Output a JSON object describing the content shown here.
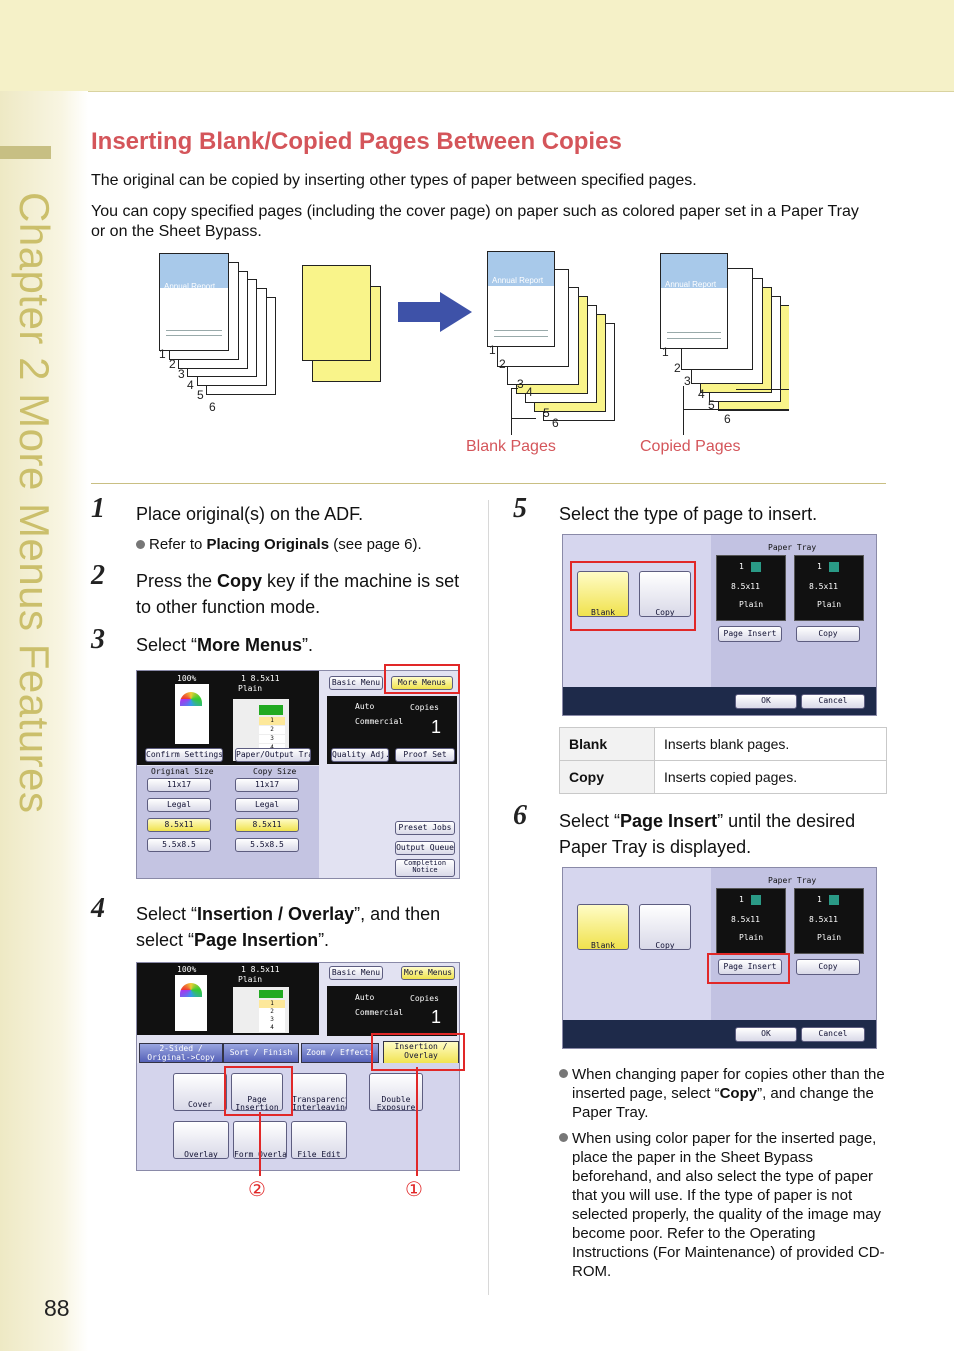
{
  "sidebar": {
    "chapter_title": "Chapter 2   More Menus Features",
    "page_number": "88"
  },
  "section": {
    "title": "Inserting Blank/Copied Pages Between Copies",
    "para1": "The original can be copied by inserting other types of paper between specified pages.",
    "para2": "You can copy specified pages (including the cover page) on paper such as colored paper set in a Paper Tray or on the Sheet Bypass."
  },
  "illustration": {
    "cover_text": "Annual Report",
    "blank_label": "Blank Pages",
    "copied_label": "Copied Pages",
    "page_numbers": [
      "1",
      "2",
      "3",
      "4",
      "5",
      "6"
    ]
  },
  "steps": {
    "s1": {
      "num": "1",
      "text": "Place original(s) on the ADF.",
      "bullet_pre": "Refer to ",
      "bullet_bold": "Placing Originals",
      "bullet_post": " (see page 6)."
    },
    "s2": {
      "num": "2",
      "pre": "Press the ",
      "bold": "Copy",
      "post": " key if the machine is set to other function mode."
    },
    "s3": {
      "num": "3",
      "pre": "Select “",
      "bold": "More Menus",
      "post": "”."
    },
    "s4": {
      "num": "4",
      "pre": "Select “",
      "bold": "Insertion / Overlay",
      "mid": "”, and then select “",
      "bold2": "Page Insertion",
      "post": "”."
    },
    "s5": {
      "num": "5",
      "text": "Select the type of page to insert."
    },
    "s6": {
      "num": "6",
      "pre": "Select “",
      "bold": "Page Insert",
      "post": "” until the desired Paper Tray is displayed."
    }
  },
  "screen3": {
    "zoom": "100%",
    "paper": "1 8.5x11",
    "plain": "Plain",
    "tabs": [
      "Basic Menu",
      "More Menus"
    ],
    "auto": "Auto",
    "copies_label": "Copies",
    "commercial": "Commercial",
    "copies_value": "1",
    "confirm": "Confirm Settings",
    "paper_tray": "Paper/Output Tray",
    "quality": "Quality Adj.",
    "proof": "Proof Set",
    "orig_size": "Original Size",
    "copy_size": "Copy Size",
    "sizes": [
      "11x17",
      "Legal",
      "8.5x11",
      "5.5x8.5"
    ],
    "right_buttons": [
      "Preset Jobs",
      "Output Queue",
      "Completion Notice"
    ],
    "tray_nums": [
      "1",
      "2",
      "3",
      "4"
    ]
  },
  "screen4": {
    "tabs": [
      "2-Sided / Original->Copy",
      "Sort / Finish",
      "Zoom / Effects",
      "Insertion / Overlay"
    ],
    "row1": [
      "Cover",
      "Page Insertion",
      "Transparency Interleaving",
      "Double Exposure"
    ],
    "row2": [
      "Overlay",
      "Form Overlay",
      "File Edit"
    ],
    "marker1": "①",
    "marker2": "②"
  },
  "screen5": {
    "header": "Paper Tray",
    "tray1_num": "1",
    "tray2_num": "1",
    "tray_size": "8.5x11",
    "tray_type": "Plain",
    "blank": "Blank",
    "copy": "Copy",
    "page_insert": "Page Insert",
    "copy_btn": "Copy",
    "ok": "OK",
    "cancel": "Cancel"
  },
  "table": {
    "rows": [
      {
        "key": "Blank",
        "value": "Inserts blank pages."
      },
      {
        "key": "Copy",
        "value": "Inserts copied pages."
      }
    ]
  },
  "notes": {
    "n1_pre": "When changing paper for copies other than the inserted page, select “",
    "n1_bold": "Copy",
    "n1_post": "”, and change the Paper Tray.",
    "n2": "When using color paper for the inserted page, place the paper in the Sheet Bypass beforehand, and also select the type of paper that you will use. If the type of paper is not selected properly, the quality of the image may become poor. Refer to the Operating Instructions (For Maintenance) of provided CD-ROM."
  },
  "colors": {
    "accent_red": "#d4555a",
    "sidebar_gold": "#cbbf6b",
    "yellow_paper": "#f9f48a",
    "highlight": "#e12828"
  }
}
